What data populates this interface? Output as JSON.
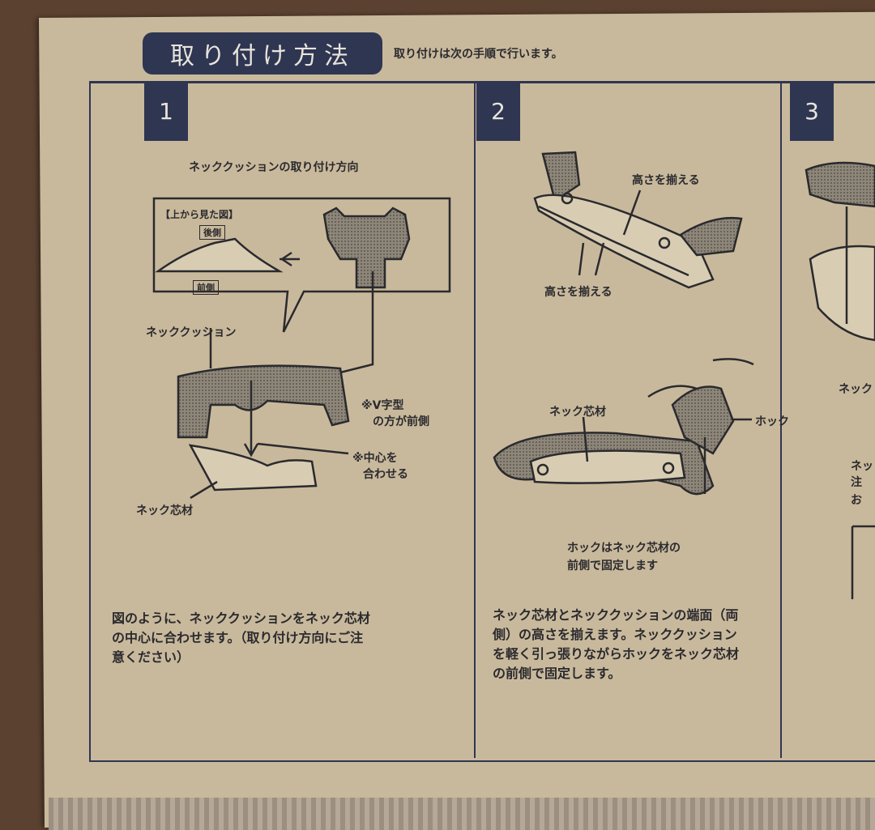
{
  "header": {
    "title": "取り付け方法",
    "subtitle": "取り付けは次の手順で行います。"
  },
  "steps": [
    {
      "number": "1",
      "heading": "ネッククッションの取り付け方向",
      "inset_title": "【上から見た図】",
      "label_back": "後側",
      "label_front": "前側",
      "label_cushion": "ネッククッション",
      "note_v": "※V字型",
      "note_v2": "の方が前側",
      "note_center": "※中心を",
      "note_center2": "合わせる",
      "label_core": "ネック芯材",
      "body": [
        "図のように、ネッククッションをネック芯材",
        "の中心に合わせます。（取り付け方向にご注",
        "意ください）"
      ]
    },
    {
      "number": "2",
      "label_align_top": "高さを揃える",
      "label_align_bottom": "高さを揃える",
      "label_core": "ネック芯材",
      "label_hook": "ホック",
      "caption1": "ホックはネック芯材の",
      "caption2": "前側で固定します",
      "body": [
        "ネック芯材とネッククッションの端面（両",
        "側）の高さを揃えます。ネッククッション",
        "を軽く引っ張りながらホックをネック芯材",
        "の前側で固定します。"
      ]
    },
    {
      "number": "3",
      "partial1": "ネック",
      "partial2": "ネッ",
      "partial3": "注",
      "partial4": "お"
    }
  ],
  "colors": {
    "cardboard": "#c9b99c",
    "navy": "#2f3652",
    "wood": "#5b4130"
  }
}
